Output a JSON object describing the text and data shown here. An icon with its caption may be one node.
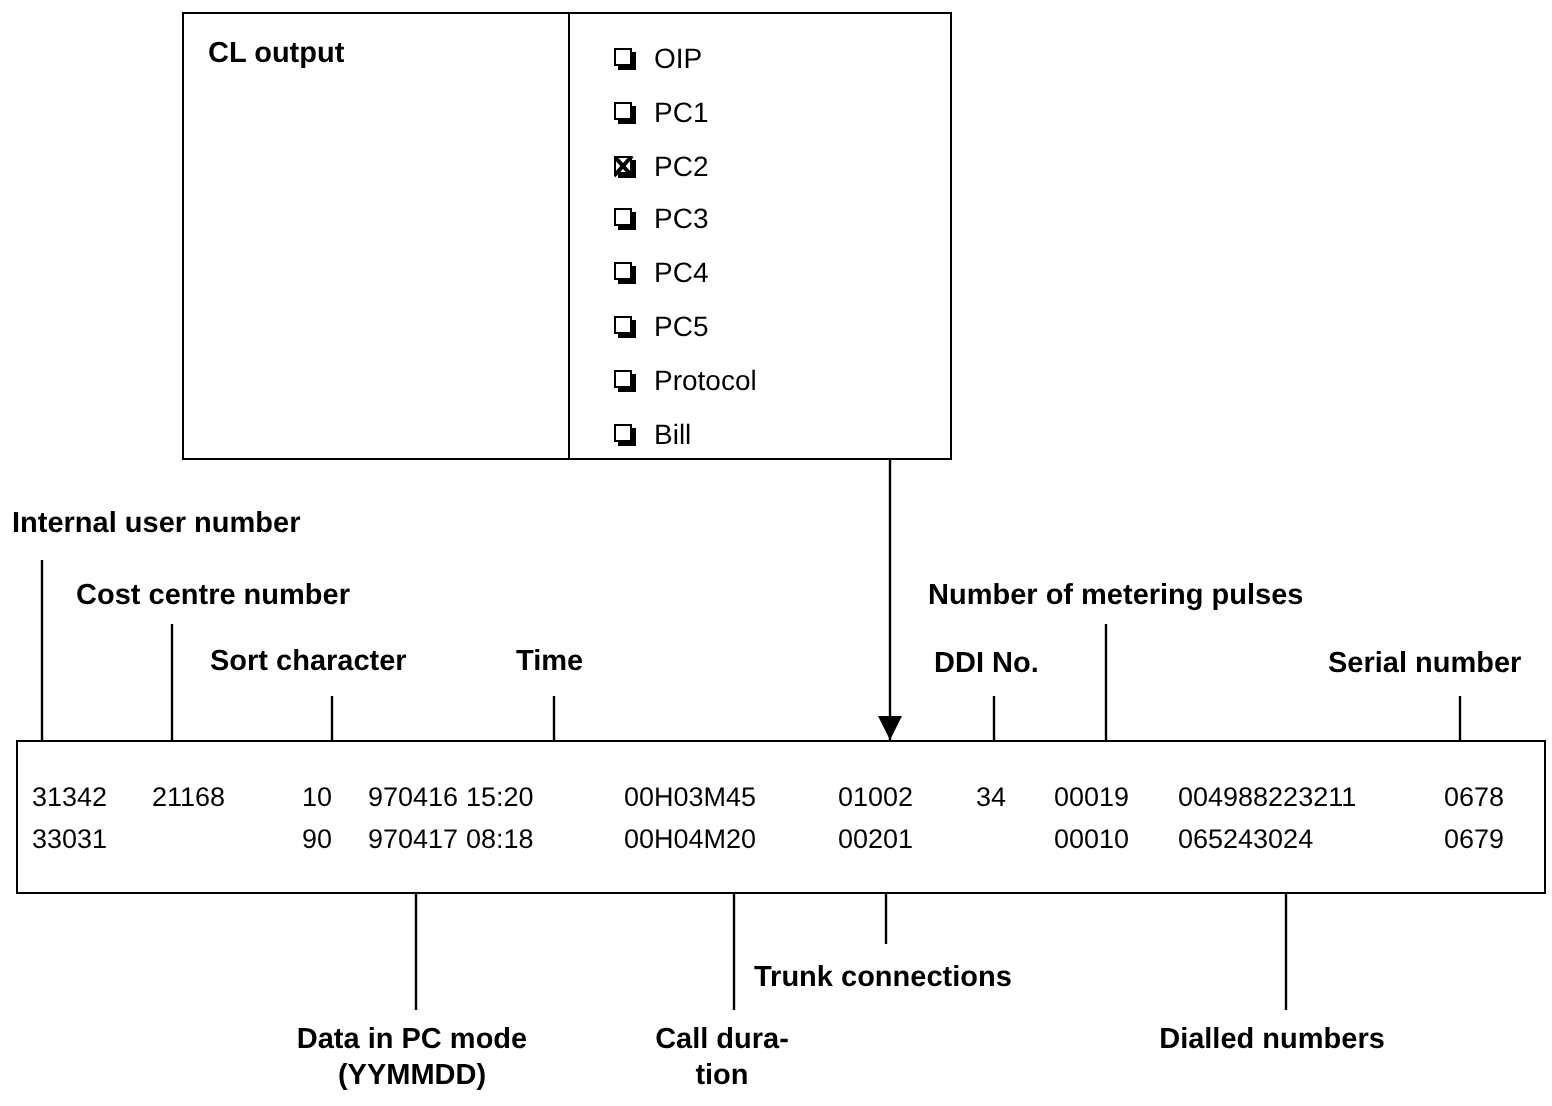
{
  "diagram": {
    "nodes": [
      {
        "text": [
          "CL output"
        ]
      },
      {
        "text": [
          "OIP"
        ],
        "in": 0
      },
      {
        "text": [
          "PC1"
        ],
        "in": 0
      },
      {
        "text": [
          "PC2"
        ],
        "in": 0
      },
      {
        "text": [
          "PC3"
        ],
        "in": 0
      },
      {
        "text": [
          "PC4"
        ],
        "in": 0
      },
      {
        "text": [
          "PC5"
        ],
        "in": 0
      },
      {
        "text": [
          "Protocol"
        ],
        "in": 0
      },
      {
        "text": [
          "Bill"
        ],
        "in": 0
      },
      {
        "text": [],
        "shape": "box"
      },
      {
        "text": [
          "Internal user number"
        ]
      },
      {
        "text": [
          "Cost centre number"
        ]
      },
      {
        "text": [
          "Number of metering pulses"
        ]
      },
      {
        "text": [
          "Sort character"
        ]
      },
      {
        "text": [
          "Time"
        ]
      },
      {
        "text": [
          "DDI No."
        ]
      },
      {
        "text": [
          "Serial number"
        ]
      },
      {
        "text": [
          "Trunk connections"
        ]
      },
      {
        "text": [
          "Data in PC mode (YYMMDD)"
        ]
      },
      {
        "text": [
          "Call dura- tion"
        ]
      },
      {
        "text": [
          "Dialled numbers"
        ]
      }
    ],
    "edges": [
      {
        "from": 0,
        "to": 9,
        "arrow": "to"
      },
      {
        "from": 10,
        "to": 9,
        "arrow": "none"
      },
      {
        "from": 11,
        "to": 9,
        "arrow": "none"
      },
      {
        "from": 12,
        "to": 9,
        "arrow": "none"
      },
      {
        "from": 13,
        "to": 9,
        "arrow": "none"
      },
      {
        "from": 14,
        "to": 9,
        "arrow": "none"
      },
      {
        "from": 15,
        "to": 9,
        "arrow": "none"
      },
      {
        "from": 16,
        "to": 9,
        "arrow": "none"
      },
      {
        "from": 17,
        "to": 9,
        "arrow": "none"
      },
      {
        "from": 18,
        "to": 9,
        "arrow": "none"
      },
      {
        "from": 19,
        "to": 9,
        "arrow": "none"
      },
      {
        "from": 20,
        "to": 9,
        "arrow": "none"
      }
    ],
    "labels": [
      "31342",
      "21168",
      "10",
      "970416",
      "15:20",
      "00H03M45",
      "01002",
      "34",
      "00019",
      "004988223211",
      "0678",
      "33031",
      "90",
      "970417",
      "08:18",
      "00H04M20",
      "00201",
      "00010",
      "065243024",
      "0679"
    ]
  }
}
